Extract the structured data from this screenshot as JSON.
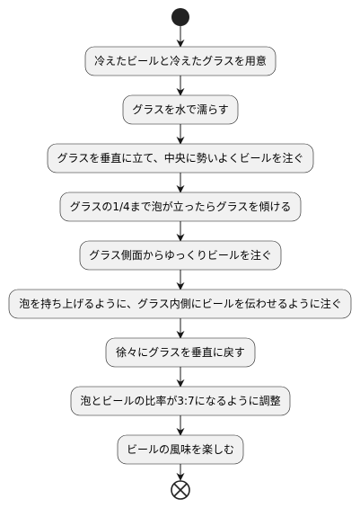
{
  "diagram": {
    "steps": [
      {
        "label": "冷えたビールと冷えたグラスを用意"
      },
      {
        "label": "グラスを水で濡らす"
      },
      {
        "label": "グラスを垂直に立て、中央に勢いよくビールを注ぐ"
      },
      {
        "label": "グラスの1/4まで泡が立ったらグラスを傾ける"
      },
      {
        "label": "グラス側面からゆっくりビールを注ぐ"
      },
      {
        "label": "泡を持ち上げるように、グラス内側にビールを伝わせるように注ぐ"
      },
      {
        "label": "徐々にグラスを垂直に戻す"
      },
      {
        "label": "泡とビールの比率が3:7になるように調整"
      },
      {
        "label": "ビールの風味を楽しむ"
      }
    ]
  },
  "colors": {
    "node_fill": "#f1f1f1",
    "node_stroke": "#181818",
    "start_fill": "#222222",
    "text": "#000000"
  },
  "icons": {
    "start": "start-node-icon",
    "end": "end-node-icon"
  }
}
